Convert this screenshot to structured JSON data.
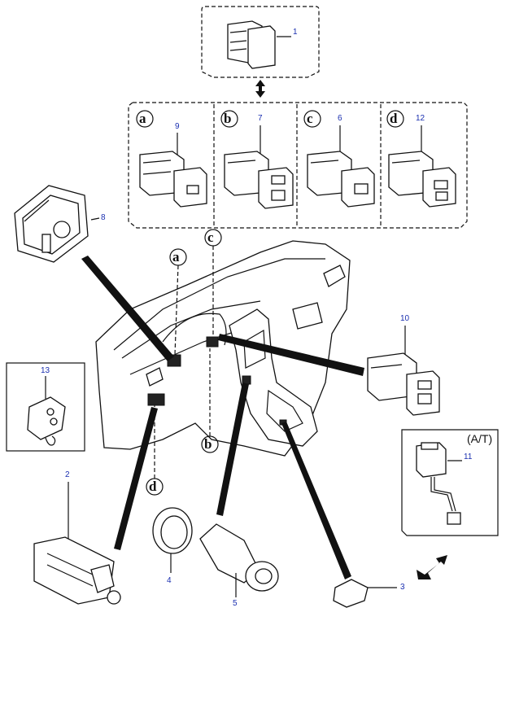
{
  "callouts": {
    "c1": "1",
    "c2": "2",
    "c3": "3",
    "c4": "4",
    "c5": "5",
    "c6": "6",
    "c7": "7",
    "c8": "8",
    "c9": "9",
    "c10": "10",
    "c11": "11",
    "c12": "12",
    "c13": "13"
  },
  "variant_letters": {
    "a": "a",
    "b": "b",
    "c": "c",
    "d": "d"
  },
  "transmission_label": "(A/T)"
}
